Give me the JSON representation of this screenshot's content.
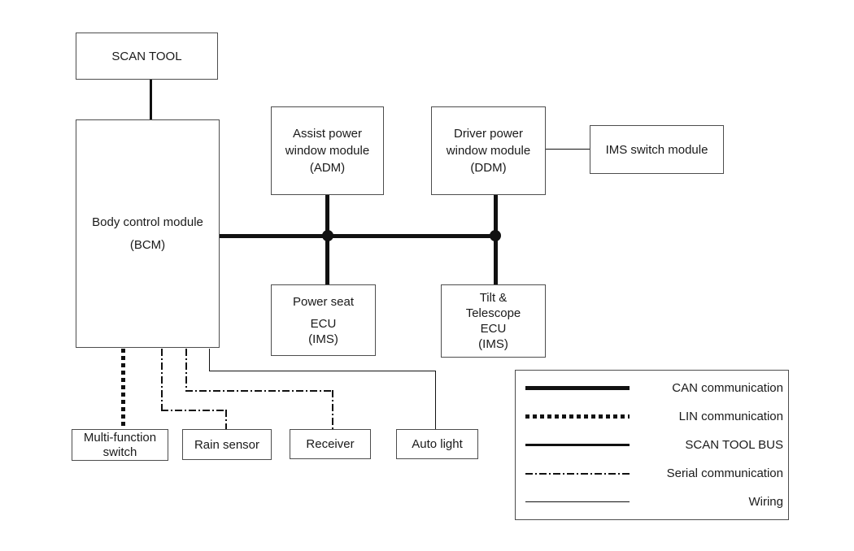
{
  "nodes": {
    "scan_tool": {
      "label": "SCAN TOOL"
    },
    "bcm": {
      "line1": "Body control module",
      "line2": "(BCM)"
    },
    "adm": {
      "line1": "Assist power",
      "line2": "window module",
      "line3": "(ADM)"
    },
    "ddm": {
      "line1": "Driver power",
      "line2": "window module",
      "line3": "(DDM)"
    },
    "ims_switch": {
      "label": "IMS switch module"
    },
    "power_seat": {
      "line1": "Power seat",
      "line2": "ECU",
      "line3": "(IMS)"
    },
    "tilt_telescope": {
      "line1": "Tilt &",
      "line2": "Telescope",
      "line3": "ECU",
      "line4": "(IMS)"
    },
    "multi_function": {
      "line1": "Multi-function",
      "line2": "switch"
    },
    "rain_sensor": {
      "label": "Rain sensor"
    },
    "receiver": {
      "label": "Receiver"
    },
    "auto_light": {
      "label": "Auto light"
    }
  },
  "legend": {
    "items": [
      {
        "style": "can",
        "label": "CAN communication"
      },
      {
        "style": "lin",
        "label": "LIN communication"
      },
      {
        "style": "scan_tool_bus",
        "label": "SCAN TOOL BUS"
      },
      {
        "style": "serial",
        "label": "Serial communication"
      },
      {
        "style": "wiring",
        "label": "Wiring"
      }
    ]
  },
  "colors": {
    "background": "#ffffff",
    "line": "#111111",
    "box_border": "#4d4d4d",
    "text": "#1a1a1a"
  }
}
